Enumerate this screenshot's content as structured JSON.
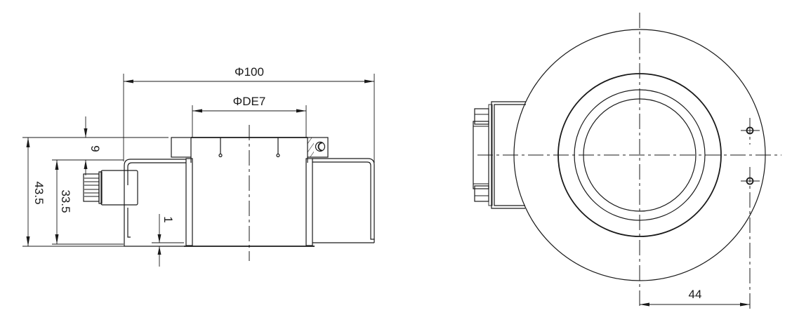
{
  "drawing": {
    "views": [
      {
        "name": "side-section-view"
      },
      {
        "name": "top-view"
      }
    ],
    "dimensions": {
      "outer_diameter": "Φ100",
      "bore_diameter": "ΦDE7",
      "total_height": "43.5",
      "body_height": "33.5",
      "flange_offset": "9",
      "bottom_gap": "1",
      "hole_offset": "44"
    },
    "colors": {
      "line": "#1a1a1a",
      "background": "#ffffff"
    }
  }
}
